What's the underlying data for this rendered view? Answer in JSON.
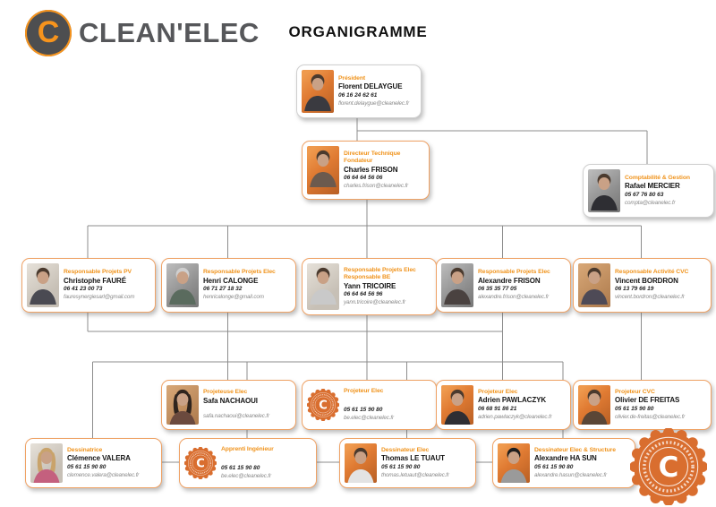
{
  "header": {
    "logo_letter": "C",
    "logo_text": "CLEAN'ELEC",
    "title": "ORGANIGRAMME"
  },
  "colors": {
    "accent_orange": "#f0941e",
    "card_border_orange": "#efa265",
    "stamp_orange": "#d96e2f",
    "connector_gray": "#8c8c8c",
    "logo_gray": "#56575a"
  },
  "stamp": {
    "letter": "C"
  },
  "people": [
    {
      "id": "president",
      "role": [
        "Président"
      ],
      "name": "Florent DELAYGUE",
      "phone": "06 16 24 62 61",
      "email": "florent.delaygue@cleanelec.fr",
      "photo": "portrait"
    },
    {
      "id": "directeur",
      "role": [
        "Directeur Technique",
        "Fondateur"
      ],
      "name": "Charles FRISON",
      "phone": "06 64 64 56 06",
      "email": "charles.frison@cleanelec.fr",
      "photo": "portrait"
    },
    {
      "id": "compta",
      "role": [
        "Comptabilité & Gestion"
      ],
      "name": "Rafael MERCIER",
      "phone": "05 67 76 80 63",
      "email": "compta@cleanelec.fr",
      "photo": "portrait"
    },
    {
      "id": "faure",
      "role": [
        "Responsable Projets PV"
      ],
      "name": "Christophe FAURÉ",
      "phone": "06 41 23 00 73",
      "email": "fauresynergiesarl@gmail.com",
      "photo": "portrait"
    },
    {
      "id": "calonge",
      "role": [
        "Responsable Projets Elec"
      ],
      "name": "Henri CALONGE",
      "phone": "06 71 27 18 32",
      "email": "henricalonge@gmail.com",
      "photo": "portrait"
    },
    {
      "id": "tricoire",
      "role": [
        "Responsable Projets Elec",
        "Responsable BE"
      ],
      "name": "Yann TRICOIRE",
      "phone": "06 64 64 56 96",
      "email": "yann.tricoire@cleanelec.fr",
      "photo": "portrait"
    },
    {
      "id": "frison_a",
      "role": [
        "Responsable Projets Elec"
      ],
      "name": "Alexandre FRISON",
      "phone": "06 35 35 77 05",
      "email": "alexandre.frison@cleanelec.fr",
      "photo": "portrait"
    },
    {
      "id": "bordron",
      "role": [
        "Responsable Activité CVC"
      ],
      "name": "Vincent BORDRON",
      "phone": "06 13 79 66 19",
      "email": "vincent.bordron@cleanelec.fr",
      "photo": "portrait"
    },
    {
      "id": "nachaoui",
      "role": [
        "Projeteuse Elec"
      ],
      "name": "Safa NACHAOUI",
      "phone": "",
      "email": "safa.nachaoui@cleanelec.fr",
      "photo": "portrait"
    },
    {
      "id": "be_elec",
      "role": [
        "Projeteur Elec"
      ],
      "name": "",
      "phone": "05 61 15 90 80",
      "email": "be.elec@cleanelec.fr",
      "photo": "stamp"
    },
    {
      "id": "pawlaczyk",
      "role": [
        "Projeteur Elec"
      ],
      "name": "Adrien PAWLACZYK",
      "phone": "06 68 91 86 21",
      "email": "adrien.pawlaczyk@cleanelec.fr",
      "photo": "portrait"
    },
    {
      "id": "defreitas",
      "role": [
        "Projeteur CVC"
      ],
      "name": "Olivier DE FREITAS",
      "phone": "05 61 15 90 80",
      "email": "olivier.de-freitas@cleanelec.fr",
      "photo": "portrait"
    },
    {
      "id": "valera",
      "role": [
        "Dessinatrice"
      ],
      "name": "Clémence VALERA",
      "phone": "05 61 15 90 80",
      "email": "clemence.valera@cleanelec.fr",
      "photo": "portrait"
    },
    {
      "id": "apprenti",
      "role": [
        "Apprenti Ingénieur"
      ],
      "name": "",
      "phone": "05 61 15 90 80",
      "email": "be.elec@cleanelec.fr",
      "photo": "stamp"
    },
    {
      "id": "letuaut",
      "role": [
        "Dessinateur Elec"
      ],
      "name": "Thomas LE TUAUT",
      "phone": "05 61 15 90 80",
      "email": "thomas.letuaut@cleanelec.fr",
      "photo": "portrait"
    },
    {
      "id": "hasun",
      "role": [
        "Dessinateur Elec & Structure"
      ],
      "name": "Alexandre HA SUN",
      "phone": "05 61 15 90 80",
      "email": "alexandre.hasun@cleanelec.fr",
      "photo": "portrait"
    }
  ]
}
